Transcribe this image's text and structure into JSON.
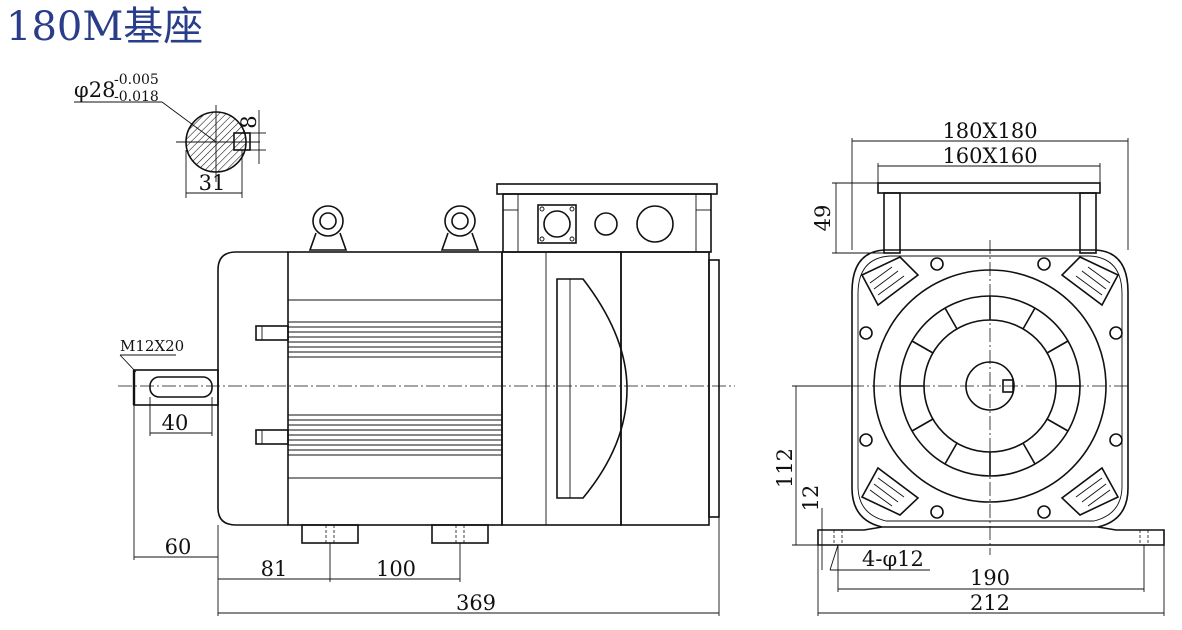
{
  "title": "180M基座",
  "shaft": {
    "diameter_label": "φ28",
    "tol_upper": "-0.005",
    "tol_lower": "-0.018",
    "key_width": "8",
    "key_depth": "31"
  },
  "side_view": {
    "thread_label": "M12X20",
    "dims": {
      "shaft_key_length": "40",
      "shaft_length": "60",
      "foot_from_face": "81",
      "foot_spacing": "100",
      "total_length": "369"
    }
  },
  "end_view": {
    "dims": {
      "box_outer": "180X180",
      "box_inner": "160X160",
      "box_height": "49",
      "center_height": "112",
      "foot_thickness": "12",
      "hole_label": "4-φ12",
      "hole_spacing": "190",
      "foot_width": "212"
    }
  }
}
